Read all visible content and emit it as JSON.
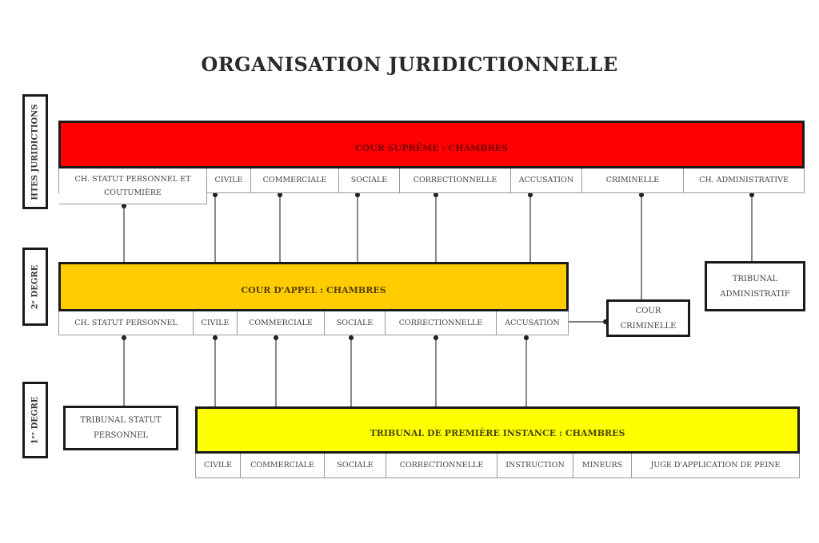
{
  "title": "ORGANISATION JURIDICTIONNELLE",
  "levels": {
    "high": "HTES JURIDICTIONS",
    "second": "2ᵉ DEGRE",
    "first": "1ᵉʳ DEGRE"
  },
  "colors": {
    "supreme": "#ff0000",
    "appeal": "#ffcc00",
    "first_instance": "#ffff00",
    "border": "#1a1a1a"
  },
  "cour_supreme": {
    "label": "COUR SUPRÊME : CHAMBRES",
    "chambers": [
      "CH. STATUT PERSONNEL ET COUTUMIÈRE",
      "CIVILE",
      "COMMERCIALE",
      "SOCIALE",
      "CORRECTIONNELLE",
      "ACCUSATION",
      "CRIMINELLE",
      "CH. ADMINISTRATIVE"
    ]
  },
  "cour_appel": {
    "label": "COUR D'APPEL : CHAMBRES",
    "chambers": [
      "CH. STATUT PERSONNEL",
      "CIVILE",
      "COMMERCIALE",
      "SOCIALE",
      "CORRECTIONNELLE",
      "ACCUSATION"
    ]
  },
  "tribunal_premiere_instance": {
    "label": "TRIBUNAL DE PREMIÈRE INSTANCE : CHAMBRES",
    "chambers": [
      "CIVILE",
      "COMMERCIALE",
      "SOCIALE",
      "CORRECTIONNELLE",
      "INSTRUCTION",
      "MINEURS",
      "JUGE D'APPLICATION DE PEINE"
    ]
  },
  "standalone": {
    "cour_criminelle": {
      "line1": "COUR",
      "line2": "CRIMINELLE"
    },
    "tribunal_administratif": {
      "line1": "TRIBUNAL",
      "line2": "ADMINISTRATIF"
    },
    "tribunal_statut_personnel": {
      "line1": "TRIBUNAL STATUT",
      "line2": "PERSONNEL"
    }
  }
}
